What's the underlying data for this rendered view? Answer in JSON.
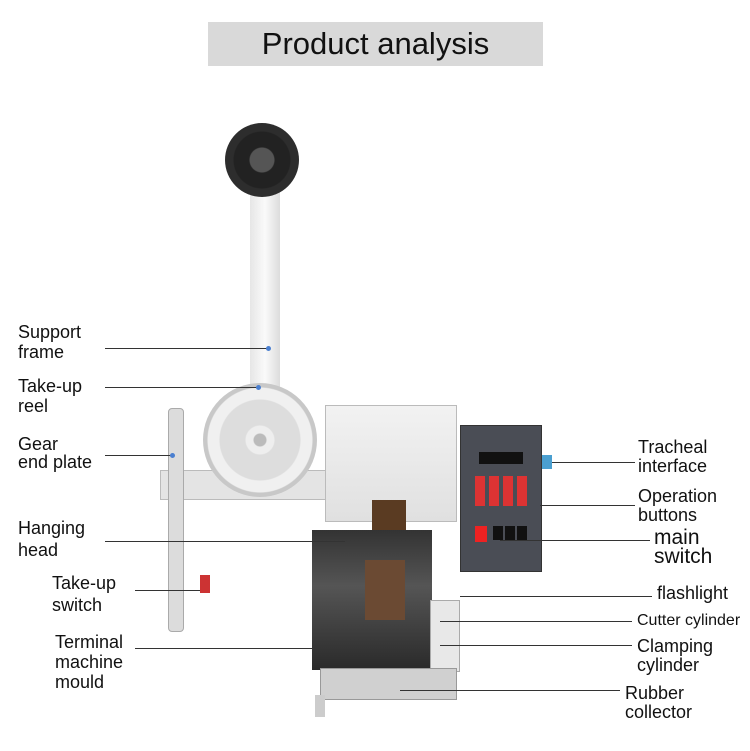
{
  "title": "Product analysis",
  "labels_left": [
    {
      "id": "support-frame",
      "lines": [
        "Support",
        "frame"
      ]
    },
    {
      "id": "take-up-reel",
      "lines": [
        "Take-up",
        "reel"
      ]
    },
    {
      "id": "gear-end-plate",
      "lines": [
        "Gear",
        "end plate"
      ]
    },
    {
      "id": "hanging-head",
      "lines": [
        "Hanging",
        "head"
      ]
    },
    {
      "id": "take-up-switch",
      "lines": [
        "Take-up",
        "switch"
      ]
    },
    {
      "id": "terminal-machine-mould",
      "lines": [
        "Terminal",
        "machine",
        "mould"
      ]
    }
  ],
  "labels_right": [
    {
      "id": "tracheal-interface",
      "lines": [
        "Tracheal",
        "interface"
      ]
    },
    {
      "id": "operation-buttons",
      "lines": [
        "Operation",
        "buttons"
      ]
    },
    {
      "id": "main-switch",
      "lines": [
        "main",
        "switch"
      ]
    },
    {
      "id": "flashlight",
      "lines": [
        "flashlight"
      ]
    },
    {
      "id": "cutter-cylinder",
      "lines": [
        "Cutter cylinder"
      ]
    },
    {
      "id": "clamping-cylinder",
      "lines": [
        "Clamping",
        "cylinder"
      ]
    },
    {
      "id": "rubber-collector",
      "lines": [
        "Rubber",
        "collector"
      ]
    }
  ]
}
